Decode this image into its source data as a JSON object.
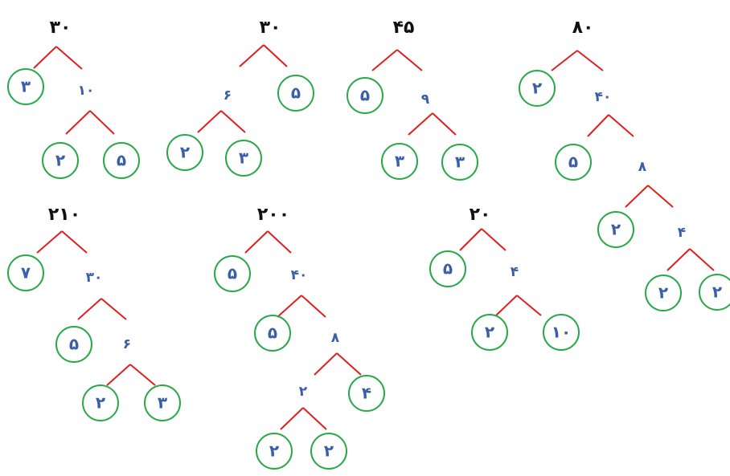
{
  "colors": {
    "root_text": "#111111",
    "node_text": "#3a5fa8",
    "branch": "#e0201e",
    "circle": "#2aa84a"
  },
  "trees": [
    {
      "root": "۳۰",
      "nodes": [
        "۳",
        "۱۰",
        "۲",
        "۵"
      ]
    },
    {
      "root": "۳۰",
      "nodes": [
        "۶",
        "۵",
        "۲",
        "۳"
      ]
    },
    {
      "root": "۴۵",
      "nodes": [
        "۵",
        "۹",
        "۳",
        "۳"
      ]
    },
    {
      "root": "۸۰",
      "nodes": [
        "۲",
        "۴۰",
        "۵",
        "۸",
        "۲",
        "۴",
        "۲",
        "۲"
      ]
    },
    {
      "root": "۲۱۰",
      "nodes": [
        "۷",
        "۳۰",
        "۵",
        "۶",
        "۲",
        "۳"
      ]
    },
    {
      "root": "۲۰۰",
      "nodes": [
        "۵",
        "۴۰",
        "۵",
        "۸",
        "۴",
        "۲",
        "۲",
        "۲"
      ]
    },
    {
      "root": "۲۰",
      "nodes": [
        "۵",
        "۴",
        "۲",
        "۱۰"
      ]
    }
  ]
}
